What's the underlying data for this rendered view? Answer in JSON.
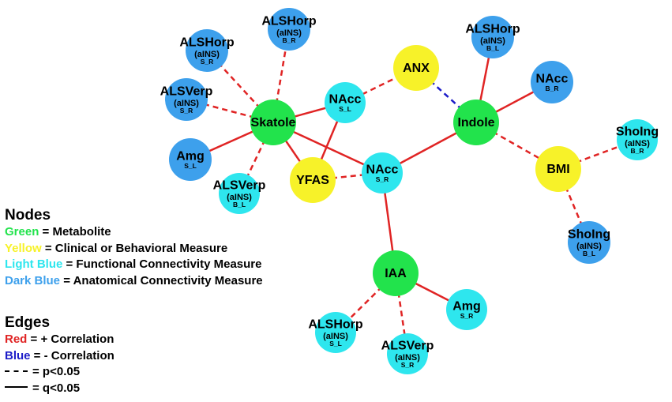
{
  "colors": {
    "metabolite": "#22e34c",
    "clinical": "#f7f229",
    "functional": "#2ee6ee",
    "anatomical": "#3da0ec",
    "pos_edge": "#e02424",
    "neg_edge": "#1c1cc8"
  },
  "nodes": [
    {
      "id": "skatole",
      "type": "metabolite",
      "label": "Skatole",
      "sub": "",
      "subsub": ""
    },
    {
      "id": "indole",
      "type": "metabolite",
      "label": "Indole",
      "sub": "",
      "subsub": ""
    },
    {
      "id": "iaa",
      "type": "metabolite",
      "label": "IAA",
      "sub": "",
      "subsub": ""
    },
    {
      "id": "anx",
      "type": "clinical",
      "label": "ANX",
      "sub": "",
      "subsub": ""
    },
    {
      "id": "yfas",
      "type": "clinical",
      "label": "YFAS",
      "sub": "",
      "subsub": ""
    },
    {
      "id": "bmi",
      "type": "clinical",
      "label": "BMI",
      "sub": "",
      "subsub": ""
    },
    {
      "id": "nacc_sl",
      "type": "functional",
      "label": "NAcc",
      "sub": "",
      "subsub": "S_L"
    },
    {
      "id": "nacc_sr",
      "type": "functional",
      "label": "NAcc",
      "sub": "",
      "subsub": "S_R"
    },
    {
      "id": "alsverp_bl",
      "type": "functional",
      "label": "ALSVerp",
      "sub": "(aINS)",
      "subsub": "B_L"
    },
    {
      "id": "alshorp_sl",
      "type": "functional",
      "label": "ALSHorp",
      "sub": "(aINS)",
      "subsub": "S_L"
    },
    {
      "id": "alsverp_sr_iaa",
      "type": "functional",
      "label": "ALSVerp",
      "sub": "(aINS)",
      "subsub": "S_R"
    },
    {
      "id": "amg_sr",
      "type": "functional",
      "label": "Amg",
      "sub": "",
      "subsub": "S_R"
    },
    {
      "id": "sholng_br",
      "type": "functional",
      "label": "ShoIng",
      "sub": "(aINS)",
      "subsub": "B_R"
    },
    {
      "id": "alshorp_br",
      "type": "anatomical",
      "label": "ALSHorp",
      "sub": "(aINS)",
      "subsub": "B_R"
    },
    {
      "id": "alshorp_sr",
      "type": "anatomical",
      "label": "ALSHorp",
      "sub": "(aINS)",
      "subsub": "S_R"
    },
    {
      "id": "alsverp_sr",
      "type": "anatomical",
      "label": "ALSVerp",
      "sub": "(aINS)",
      "subsub": "S_R"
    },
    {
      "id": "amg_sl",
      "type": "anatomical",
      "label": "Amg",
      "sub": "",
      "subsub": "S_L"
    },
    {
      "id": "alshorp_bl",
      "type": "anatomical",
      "label": "ALSHorp",
      "sub": "(aINS)",
      "subsub": "B_L"
    },
    {
      "id": "nacc_br",
      "type": "anatomical",
      "label": "NAcc",
      "sub": "",
      "subsub": "B_R"
    },
    {
      "id": "sholng_bl",
      "type": "anatomical",
      "label": "ShoIng",
      "sub": "(aINS)",
      "subsub": "B_L"
    }
  ],
  "edges": [
    {
      "from": "skatole",
      "to": "alshorp_br",
      "sign": "pos",
      "style": "dashed"
    },
    {
      "from": "skatole",
      "to": "alshorp_sr",
      "sign": "pos",
      "style": "dashed"
    },
    {
      "from": "skatole",
      "to": "alsverp_sr",
      "sign": "pos",
      "style": "dashed"
    },
    {
      "from": "skatole",
      "to": "amg_sl",
      "sign": "pos",
      "style": "solid"
    },
    {
      "from": "skatole",
      "to": "alsverp_bl",
      "sign": "pos",
      "style": "dashed"
    },
    {
      "from": "skatole",
      "to": "nacc_sl",
      "sign": "pos",
      "style": "solid"
    },
    {
      "from": "skatole",
      "to": "yfas",
      "sign": "pos",
      "style": "solid"
    },
    {
      "from": "skatole",
      "to": "nacc_sr",
      "sign": "pos",
      "style": "solid"
    },
    {
      "from": "nacc_sl",
      "to": "anx",
      "sign": "pos",
      "style": "dashed"
    },
    {
      "from": "nacc_sl",
      "to": "yfas",
      "sign": "pos",
      "style": "solid"
    },
    {
      "from": "yfas",
      "to": "nacc_sr",
      "sign": "pos",
      "style": "dashed"
    },
    {
      "from": "nacc_sr",
      "to": "indole",
      "sign": "pos",
      "style": "solid"
    },
    {
      "from": "nacc_sr",
      "to": "iaa",
      "sign": "pos",
      "style": "solid"
    },
    {
      "from": "anx",
      "to": "indole",
      "sign": "neg",
      "style": "dashed"
    },
    {
      "from": "indole",
      "to": "alshorp_bl",
      "sign": "pos",
      "style": "solid"
    },
    {
      "from": "indole",
      "to": "nacc_br",
      "sign": "pos",
      "style": "solid"
    },
    {
      "from": "indole",
      "to": "bmi",
      "sign": "pos",
      "style": "dashed"
    },
    {
      "from": "bmi",
      "to": "sholng_br",
      "sign": "pos",
      "style": "dashed"
    },
    {
      "from": "bmi",
      "to": "sholng_bl",
      "sign": "pos",
      "style": "dashed"
    },
    {
      "from": "iaa",
      "to": "alshorp_sl",
      "sign": "pos",
      "style": "dashed"
    },
    {
      "from": "iaa",
      "to": "alsverp_sr_iaa",
      "sign": "pos",
      "style": "dashed"
    },
    {
      "from": "iaa",
      "to": "amg_sr",
      "sign": "pos",
      "style": "solid"
    }
  ],
  "legend": {
    "nodes_heading": "Nodes",
    "nodes": [
      {
        "key": "Green",
        "color": "#22e34c",
        "text": " = Metabolite"
      },
      {
        "key": "Yellow",
        "color": "#f7f229",
        "text": " = Clinical or Behavioral Measure"
      },
      {
        "key": "Light Blue",
        "color": "#2ee6ee",
        "text": " = Functional Connectivity Measure"
      },
      {
        "key": "Dark Blue",
        "color": "#3da0ec",
        "text": " = Anatomical Connectivity Measure"
      }
    ],
    "edges_heading": "Edges",
    "edges": [
      {
        "key": "Red",
        "color": "#e02424",
        "text": " = + Correlation"
      },
      {
        "key": "Blue",
        "color": "#1c1cc8",
        "text": " = - Correlation"
      }
    ],
    "line_rows": [
      {
        "style": "dashed",
        "text": "= p<0.05"
      },
      {
        "style": "solid",
        "text": "= q<0.05"
      }
    ]
  }
}
